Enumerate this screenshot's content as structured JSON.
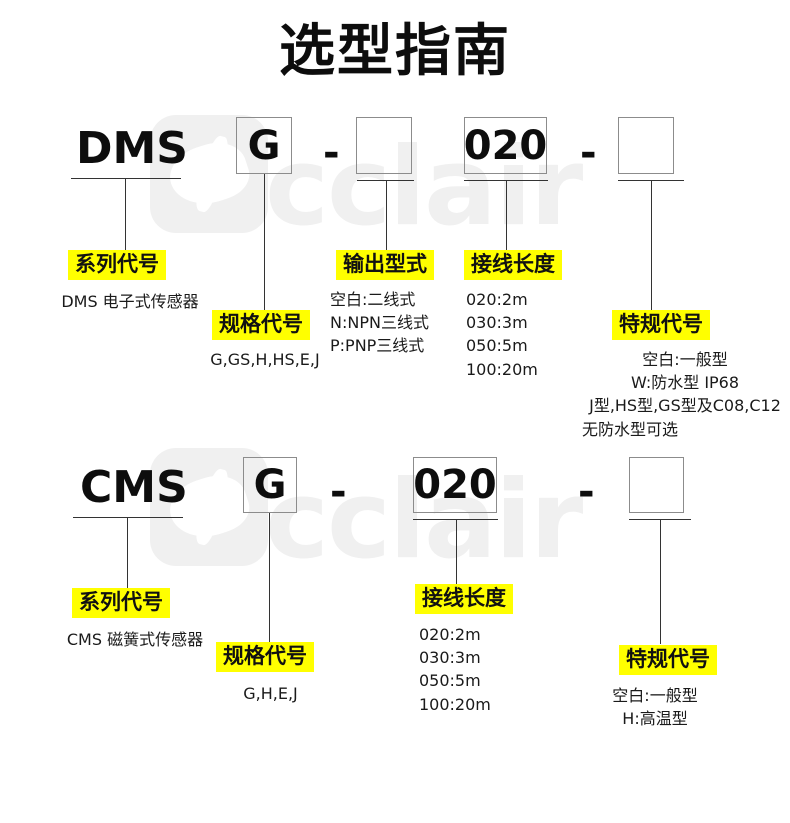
{
  "page": {
    "title": "选型指南",
    "watermark": "cclair",
    "colors": {
      "highlight": "#ffff00",
      "text": "#1a1a1a",
      "box_border": "#8c8c8c",
      "leader_line": "#333333",
      "watermark": "#f0f0f0"
    }
  },
  "rows": [
    {
      "id": "dms",
      "series_code": "DMS",
      "separator": "-",
      "boxes": [
        {
          "name": "spec-code-box",
          "value": "G"
        },
        {
          "name": "output-type-box",
          "value": ""
        },
        {
          "name": "cable-length-box",
          "value": "020"
        },
        {
          "name": "special-code-box",
          "value": ""
        }
      ],
      "callouts": [
        {
          "name": "series-code",
          "tag": "系列代号",
          "lines": [
            "DMS 电子式传感器"
          ]
        },
        {
          "name": "spec-code",
          "tag": "规格代号",
          "lines": [
            "G,GS,H,HS,E,J"
          ]
        },
        {
          "name": "output-type",
          "tag": "输出型式",
          "lines": [
            "空白:二线式",
            "N:NPN三线式",
            "P:PNP三线式"
          ]
        },
        {
          "name": "cable-length",
          "tag": "接线长度",
          "lines": [
            "020:2m",
            "030:3m",
            "050:5m",
            "100:20m"
          ]
        },
        {
          "name": "special-code",
          "tag": "特规代号",
          "lines": [
            "空白:一般型",
            "W:防水型 IP68",
            "J型,HS型,GS型及C08,C12",
            "无防水型可选"
          ]
        }
      ]
    },
    {
      "id": "cms",
      "series_code": "CMS",
      "separator": "-",
      "boxes": [
        {
          "name": "spec-code-box",
          "value": "G"
        },
        {
          "name": "cable-length-box",
          "value": "020"
        },
        {
          "name": "special-code-box",
          "value": ""
        }
      ],
      "callouts": [
        {
          "name": "series-code",
          "tag": "系列代号",
          "lines": [
            "CMS 磁簧式传感器"
          ]
        },
        {
          "name": "spec-code",
          "tag": "规格代号",
          "lines": [
            "G,H,E,J"
          ]
        },
        {
          "name": "cable-length",
          "tag": "接线长度",
          "lines": [
            "020:2m",
            "030:3m",
            "050:5m",
            "100:20m"
          ]
        },
        {
          "name": "special-code",
          "tag": "特规代号",
          "lines": [
            "空白:一般型",
            "H:高温型"
          ]
        }
      ]
    }
  ]
}
